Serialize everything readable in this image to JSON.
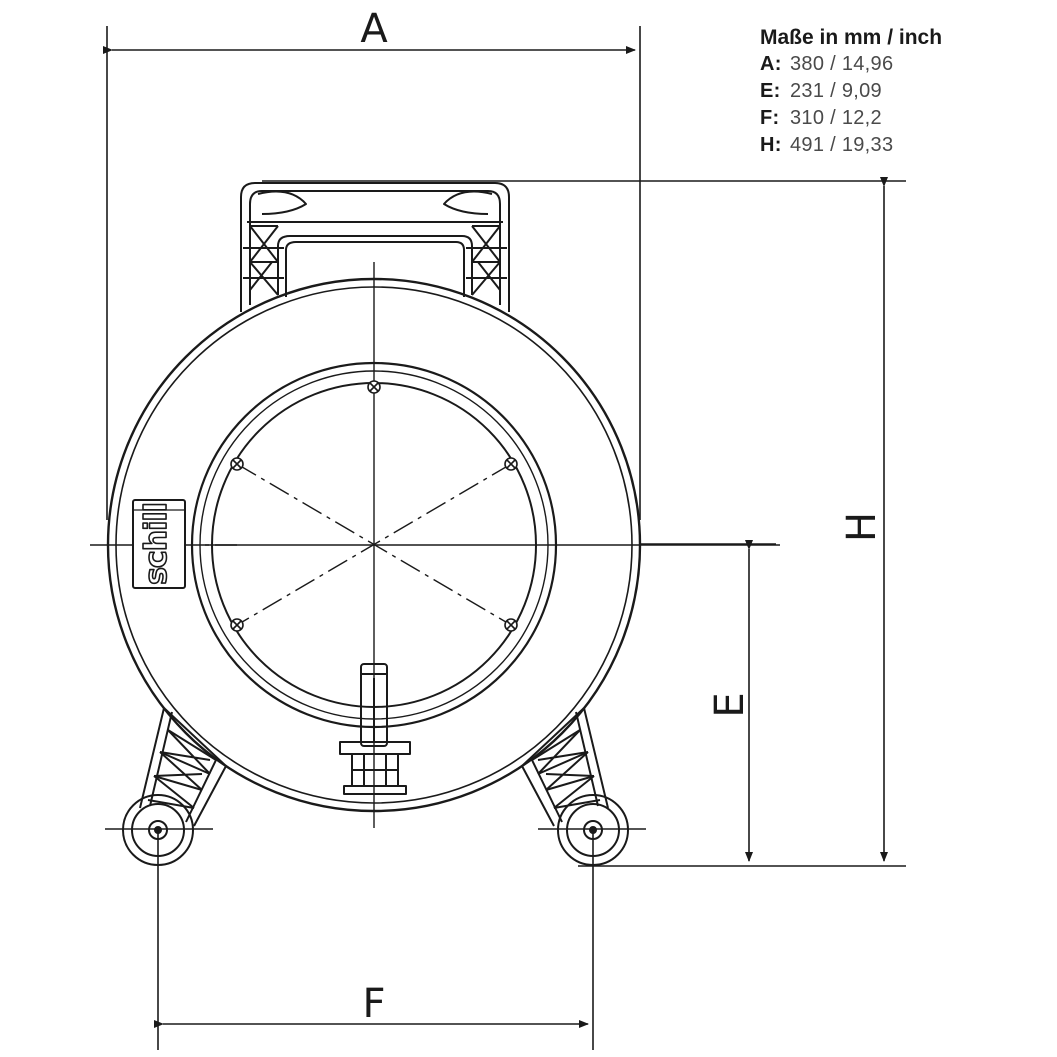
{
  "legend": {
    "title": "Maße in mm / inch",
    "rows": [
      {
        "key": "A:",
        "value": "380 / 14,96"
      },
      {
        "key": "E:",
        "value": "231 / 9,09"
      },
      {
        "key": "F:",
        "value": "310 / 12,2"
      },
      {
        "key": "H:",
        "value": "491 / 19,33"
      }
    ]
  },
  "dimension_labels": {
    "a": "A",
    "e": "E",
    "f": "F",
    "h": "H"
  },
  "logo_text": "schill"
}
